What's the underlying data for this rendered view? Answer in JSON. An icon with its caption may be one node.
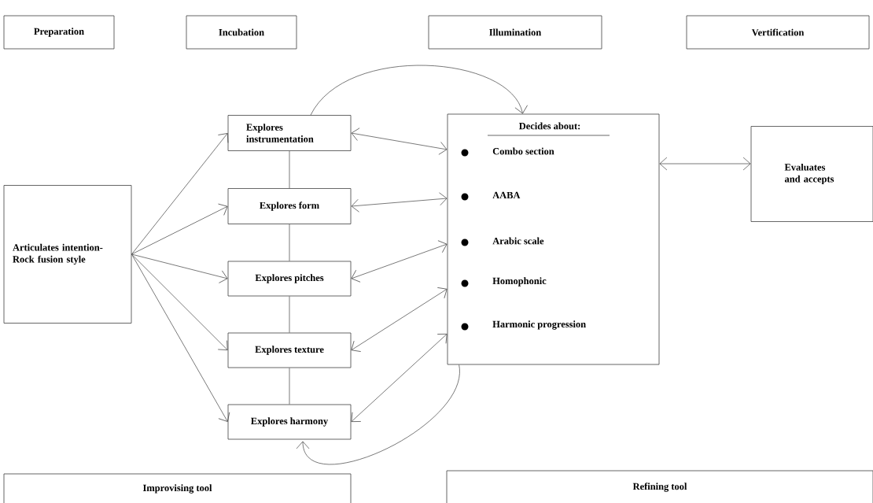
{
  "diagram": {
    "nodes": [
      {
        "text": [
          "Preparation"
        ]
      },
      {
        "text": [
          "Incubation"
        ]
      },
      {
        "text": [
          "Illumination"
        ]
      },
      {
        "text": [
          "Vertification"
        ]
      },
      {
        "text": [
          "Articulates intention- Rock fusion style"
        ]
      },
      {
        "text": [
          "Explores instrumentation"
        ]
      },
      {
        "text": [
          "Explores form"
        ]
      },
      {
        "text": [
          "Explores pitches"
        ]
      },
      {
        "text": [
          "Explores texture"
        ]
      },
      {
        "text": [
          "Explores harmony"
        ]
      },
      {
        "text": [
          "Decides about:",
          "Combo section",
          "AABA",
          "Arabic scale",
          "Homophonic",
          "Harmonic progression"
        ]
      },
      {
        "text": [
          "Evaluates and accepts"
        ]
      },
      {
        "text": [
          "Improvising tool"
        ]
      },
      {
        "text": [
          "Refining tool"
        ]
      }
    ],
    "edges": [
      {
        "from": 4,
        "to": 5,
        "arrow": "to"
      },
      {
        "from": 4,
        "to": 6,
        "arrow": "to"
      },
      {
        "from": 4,
        "to": 7,
        "arrow": "to"
      },
      {
        "from": 4,
        "to": 8,
        "arrow": "to"
      },
      {
        "from": 4,
        "to": 9,
        "arrow": "to"
      },
      {
        "from": 5,
        "to": 6,
        "arrow": "none"
      },
      {
        "from": 6,
        "to": 7,
        "arrow": "none"
      },
      {
        "from": 7,
        "to": 8,
        "arrow": "none"
      },
      {
        "from": 8,
        "to": 9,
        "arrow": "none"
      },
      {
        "from": 5,
        "to": 10,
        "arrow": "both"
      },
      {
        "from": 6,
        "to": 10,
        "arrow": "both"
      },
      {
        "from": 7,
        "to": 10,
        "arrow": "both"
      },
      {
        "from": 8,
        "to": 10,
        "arrow": "both"
      },
      {
        "from": 9,
        "to": 10,
        "arrow": "both"
      },
      {
        "from": 10,
        "to": 11,
        "arrow": "both"
      },
      {
        "from": 5,
        "to": 10,
        "arrow": "to"
      },
      {
        "from": 10,
        "to": 9,
        "arrow": "to"
      }
    ]
  }
}
